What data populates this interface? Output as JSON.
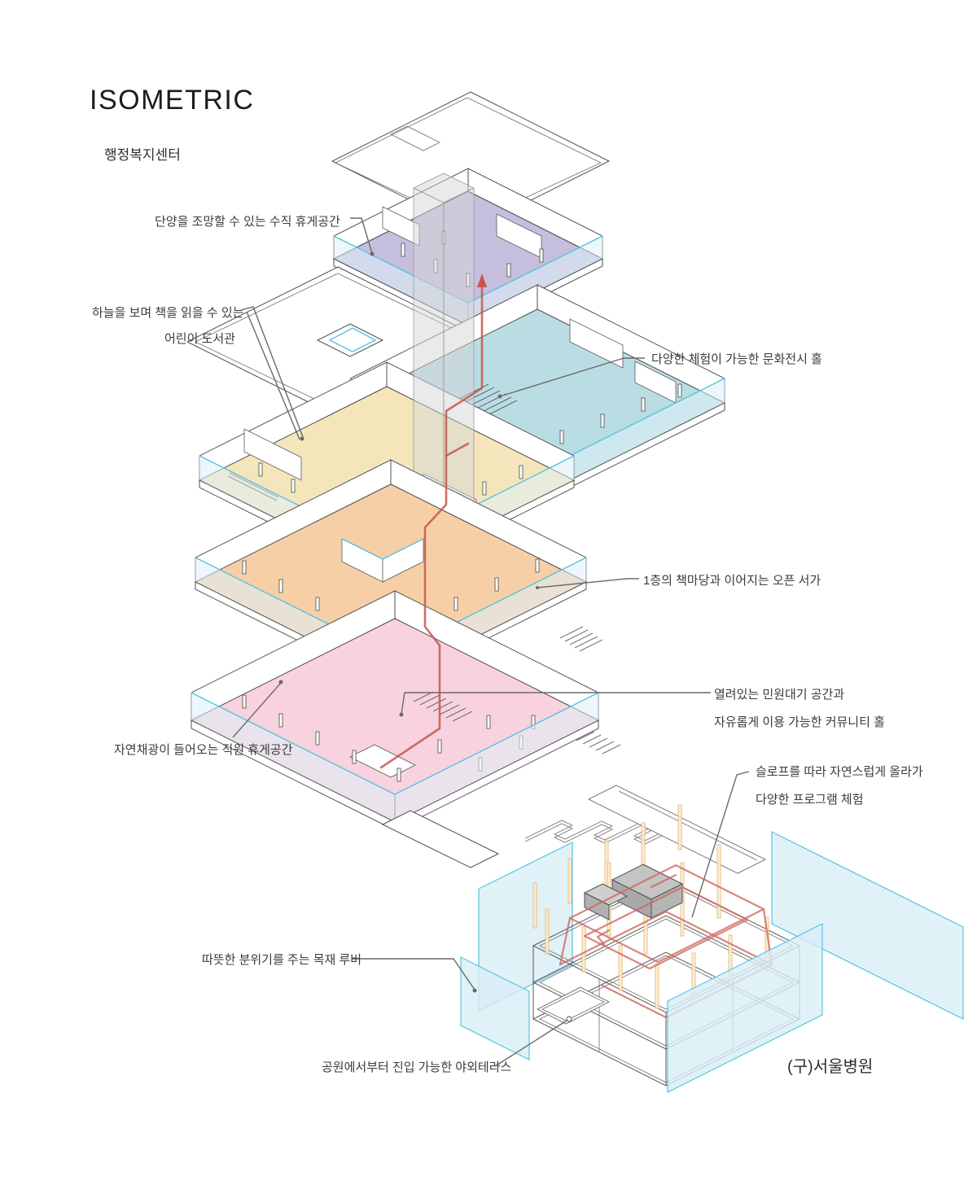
{
  "header": {
    "title": "ISOMETRIC",
    "subtitle": "행정복지센터"
  },
  "building_b": {
    "label": "(구)서울병원"
  },
  "annotations": [
    {
      "name": "vertical-rest-space",
      "lines": [
        "단양을 조망할 수 있는 수직 휴게공간"
      ]
    },
    {
      "name": "children-library",
      "lines": [
        "하늘을 보며 책을 읽을 수 있는",
        "어린이 도서관"
      ]
    },
    {
      "name": "culture-exhibition-hall",
      "lines": [
        "다양한 체험이 가능한 문화전시 홀"
      ]
    },
    {
      "name": "open-bookshelf",
      "lines": [
        "1층의 책마당과 이어지는 오픈 서가"
      ]
    },
    {
      "name": "community-hall",
      "lines": [
        "열려있는 민원대기 공간과",
        "자유롭게 이용 가능한 커뮤니티 홀"
      ]
    },
    {
      "name": "staff-lounge",
      "lines": [
        "자연채광이 들어오는 직원 휴게공간"
      ]
    },
    {
      "name": "slope-program",
      "lines": [
        "슬로프를 따라 자연스럽게 올라가",
        "다양한 프로그램 체험"
      ]
    },
    {
      "name": "wood-louver",
      "lines": [
        "따뜻한 분위기를 주는 목재 루버"
      ]
    },
    {
      "name": "outdoor-terrace",
      "lines": [
        "공원에서부터 진입 가능한 야외테라스"
      ]
    }
  ],
  "floors": [
    {
      "name": "floor-5-vertical-rest",
      "color": "#c6bedd"
    },
    {
      "name": "floor-4-culture-hall",
      "color": "#badde4"
    },
    {
      "name": "floor-3-open-bookshelf",
      "color": "#f4e6ba"
    },
    {
      "name": "floor-2-office",
      "color": "#f6cfa7"
    },
    {
      "name": "floor-1-community-hall",
      "color": "#f8d2de"
    }
  ],
  "colors": {
    "glass": "#daedf6",
    "glass_edge": "#54c3e2",
    "core": "#d6d6d6",
    "path_red": "#c4574e",
    "ramp_red": "#cd6a60",
    "wood": "#faeccd",
    "wood_edge": "#e9bd86",
    "outline": "#4d4d4d",
    "leader": "#6a6a6a",
    "room_gray": "#c4c4c4"
  }
}
